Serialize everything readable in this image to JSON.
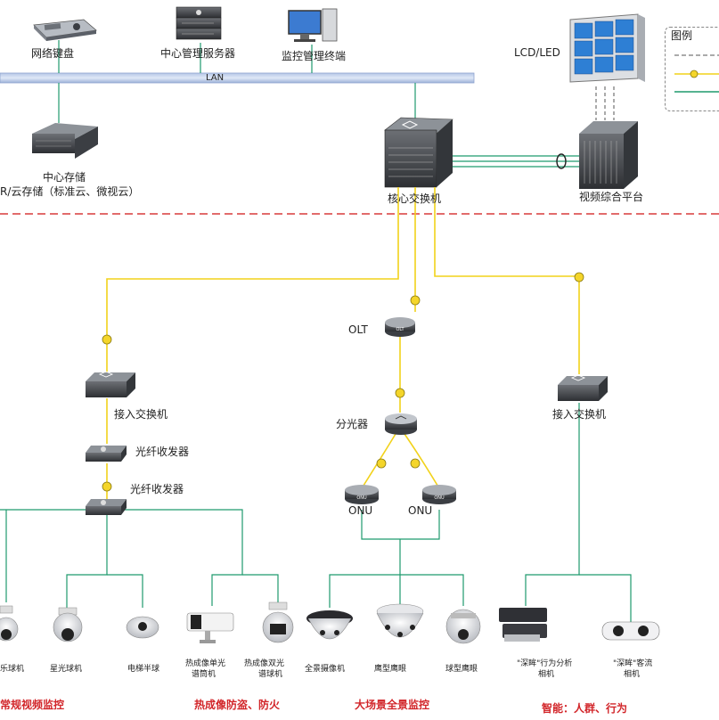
{
  "top": {
    "keyboard": "网络键盘",
    "server": "中心管理服务器",
    "terminal": "监控管理终端",
    "lan": "LAN",
    "lcd": "LCD/LED",
    "storage_line1": "中心存储",
    "storage_line2": "R/云存储（标准云、微视云）",
    "core_switch": "核心交换机",
    "platform": "视频综合平台"
  },
  "legend": {
    "title": "图例"
  },
  "network": {
    "access_switch_left": "接入交换机",
    "transceiver_1": "光纤收发器",
    "transceiver_2": "光纤收发器",
    "olt": "OLT",
    "splitter": "分光器",
    "onu_1": "ONU",
    "onu_2": "ONU",
    "access_switch_right": "接入交换机"
  },
  "cameras": {
    "c1": "乐球机",
    "c2": "星光球机",
    "c3": "电梯半球",
    "c4_l1": "热成像单光",
    "c4_l2": "谱筒机",
    "c5_l1": "热成像双光",
    "c5_l2": "谱球机",
    "c6": "全景摄像机",
    "c7": "鹰型鹰眼",
    "c8": "球型鹰眼",
    "c9_l1": "\"深眸\"行为分析",
    "c9_l2": "相机",
    "c10_l1": "\"深眸\"客流",
    "c10_l2": "相机"
  },
  "categories": {
    "cat1": "常规视频监控",
    "cat2": "热成像防盗、防火",
    "cat3": "大场景全景监控",
    "cat4": "智能：人群、行为"
  },
  "colors": {
    "fiber": "#f2d21a",
    "ethernet": "#1f9a6d",
    "divider": "#d83a3a",
    "category": "#d2262a"
  }
}
